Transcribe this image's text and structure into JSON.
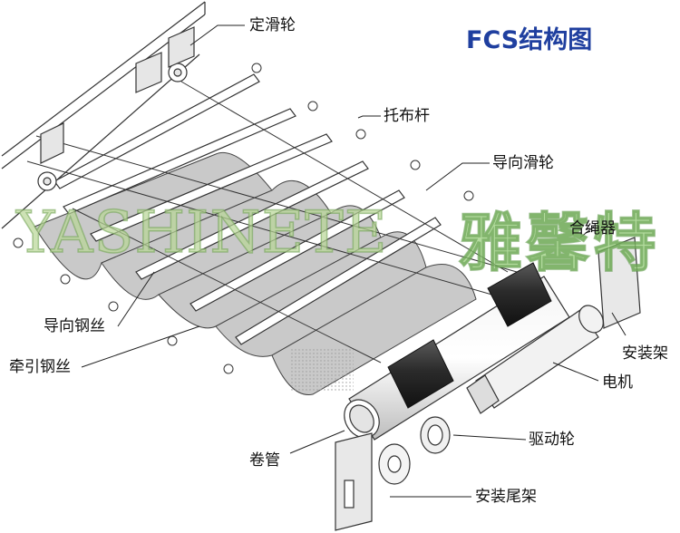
{
  "title": "FCS结构图",
  "watermark": {
    "latin": "YASHINETE",
    "chinese": "雅馨特"
  },
  "labels": {
    "fixed_pulley": "定滑轮",
    "fabric_rod": "托布杆",
    "guide_pulley": "导向滑轮",
    "guide_wire": "导向钢丝",
    "traction_wire": "牵引钢丝",
    "limiter": "合绳器",
    "mount_bracket": "安装架",
    "motor": "电机",
    "drive_wheel": "驱动轮",
    "roller_tube": "卷管",
    "end_bracket": "安装尾架"
  },
  "colors": {
    "title": "#1f3f9f",
    "frame": "#5a8fd0",
    "fabric": "#c9c9c9",
    "line": "#222222",
    "watermark": "#9ccf78"
  }
}
